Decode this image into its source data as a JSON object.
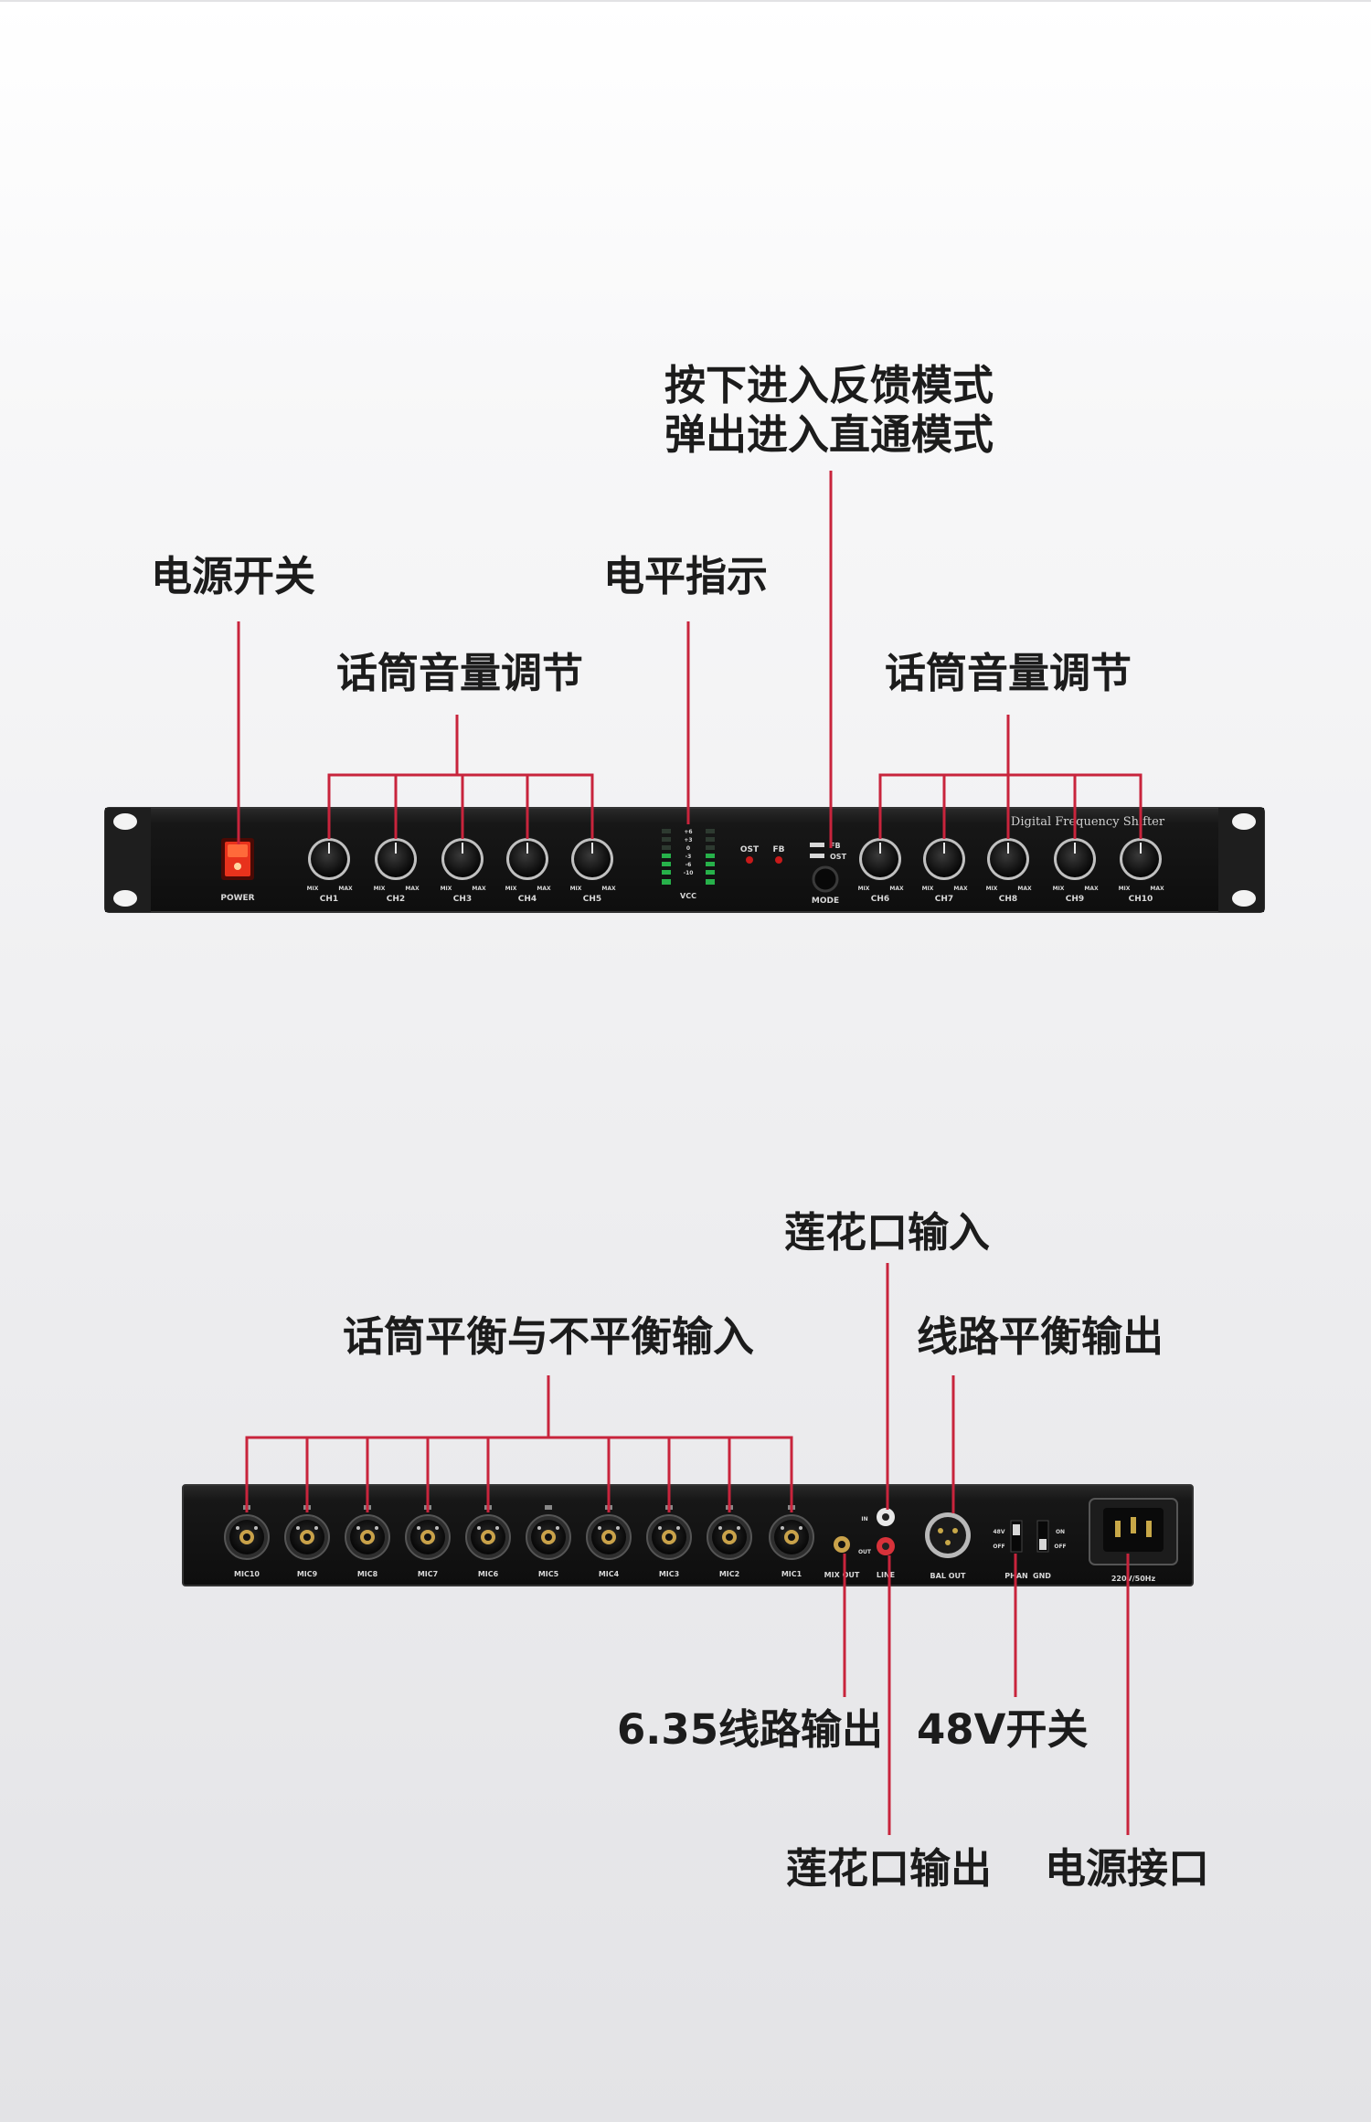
{
  "front_panel": {
    "callouts": {
      "mode_switch": "按下进入反馈模式\n弹出进入直通模式",
      "power_switch": "电源开关",
      "level_meter": "电平指示",
      "mic_volume_left": "话筒音量调节",
      "mic_volume_right": "话筒音量调节"
    },
    "brand_text": "Digital Frequency Shifter",
    "power_label": "POWER",
    "mode_label": "MODE",
    "vcc_label": "VCC",
    "ost_label": "OST",
    "fb_label": "FB",
    "mode_fb_label": "FB",
    "mode_ost_label": "OST",
    "knob_min": "MIX",
    "knob_max": "MAX",
    "meter_scale": [
      "+6",
      "+3",
      "0",
      "-3",
      "-6",
      "-10"
    ],
    "channels": [
      "CH1",
      "CH2",
      "CH3",
      "CH4",
      "CH5",
      "CH6",
      "CH7",
      "CH8",
      "CH9",
      "CH10"
    ]
  },
  "back_panel": {
    "callouts": {
      "rca_input": "莲花口输入",
      "mic_inputs": "话筒平衡与不平衡输入",
      "line_bal_out": "线路平衡输出",
      "line_635_out": "6.35线路输出",
      "phantom_switch": "48V开关",
      "rca_output": "莲花口输出",
      "power_socket": "电源接口"
    },
    "mic_inputs": [
      "MIC10",
      "MIC9",
      "MIC8",
      "MIC7",
      "MIC6",
      "MIC5",
      "MIC4",
      "MIC3",
      "MIC2",
      "MIC1"
    ],
    "mix_out_label": "MIX OUT",
    "line_label": "LINE",
    "in_label": "IN",
    "out_label": "OUT",
    "bal_out_label": "BAL OUT",
    "phan_label": "PHAN",
    "gnd_label": "GND",
    "v48_label": "48V",
    "off_label": "OFF",
    "on_label": "ON",
    "off2_label": "OFF",
    "power_rating": "220V/50Hz"
  },
  "colors": {
    "leader_line": "#c8243c",
    "chassis": "#151515",
    "power_rocker": "#e8321c",
    "meter_led": "#27b14a"
  }
}
